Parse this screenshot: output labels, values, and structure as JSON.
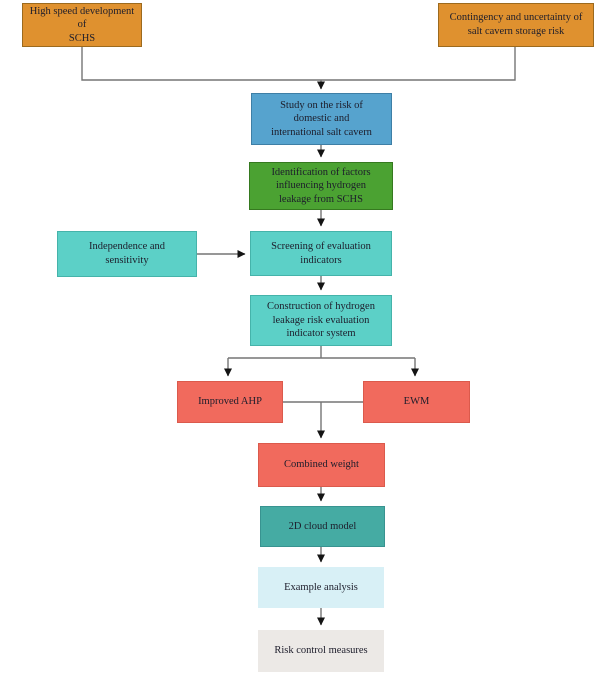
{
  "diagram": {
    "type": "flowchart",
    "background_color": "#ffffff",
    "line_color": "#757575",
    "arrowhead_color": "#141414",
    "text_color": "#1d1d2b",
    "nodes": {
      "high_speed": {
        "label": [
          "High speed development of",
          "SCHS"
        ],
        "fill": "#DF912F",
        "border": "#9C6A1E"
      },
      "contingency": {
        "label": [
          "Contingency and uncertainty of",
          "salt cavern storage risk"
        ],
        "fill": "#DF912F",
        "border": "#9C6A1E"
      },
      "study": {
        "label": [
          "Study on the risk of",
          "domestic and",
          "international salt cavern"
        ],
        "fill": "#56A3CE",
        "border": "#3E7FA6"
      },
      "identification": {
        "label": [
          "Identification of factors",
          "influencing hydrogen",
          "leakage from SCHS"
        ],
        "fill": "#4BA232",
        "border": "#35791F"
      },
      "independence": {
        "label": [
          "Independence and",
          "sensitivity"
        ],
        "fill": "#5CD0C7",
        "border": "#45B3AA"
      },
      "screening": {
        "label": [
          "Screening of evaluation",
          "indicators"
        ],
        "fill": "#5CD0C7",
        "border": "#45B3AA"
      },
      "construction": {
        "label": [
          "Construction of hydrogen",
          "leakage risk evaluation",
          "indicator system"
        ],
        "fill": "#5CD0C7",
        "border": "#45B3AA"
      },
      "improved_ahp": {
        "label": [
          "Improved AHP"
        ],
        "fill": "#F16A5D",
        "border": "#DB5A4C"
      },
      "ewm": {
        "label": [
          "EWM"
        ],
        "fill": "#F16A5D",
        "border": "#DB5A4C"
      },
      "combined_weight": {
        "label": [
          "Combined weight"
        ],
        "fill": "#F16A5D",
        "border": "#DB5A4C"
      },
      "cloud_model": {
        "label": [
          "2D cloud model"
        ],
        "fill": "#45ABA3",
        "border": "#389390"
      },
      "example_analysis": {
        "label": [
          "Example analysis"
        ],
        "fill": "#D8F0F6",
        "border": "#D8F0F6"
      },
      "risk_control": {
        "label": [
          "Risk control measures"
        ],
        "fill": "#ECE9E6",
        "border": "#ECE9E6"
      }
    },
    "edges": [
      {
        "from": "high_speed",
        "to": "study"
      },
      {
        "from": "contingency",
        "to": "study"
      },
      {
        "from": "study",
        "to": "identification"
      },
      {
        "from": "identification",
        "to": "screening"
      },
      {
        "from": "independence",
        "to": "screening"
      },
      {
        "from": "screening",
        "to": "construction"
      },
      {
        "from": "construction",
        "to": "improved_ahp"
      },
      {
        "from": "construction",
        "to": "ewm"
      },
      {
        "from": "improved_ahp",
        "to": "combined_weight"
      },
      {
        "from": "ewm",
        "to": "combined_weight"
      },
      {
        "from": "combined_weight",
        "to": "cloud_model"
      },
      {
        "from": "cloud_model",
        "to": "example_analysis"
      },
      {
        "from": "example_analysis",
        "to": "risk_control"
      }
    ]
  }
}
